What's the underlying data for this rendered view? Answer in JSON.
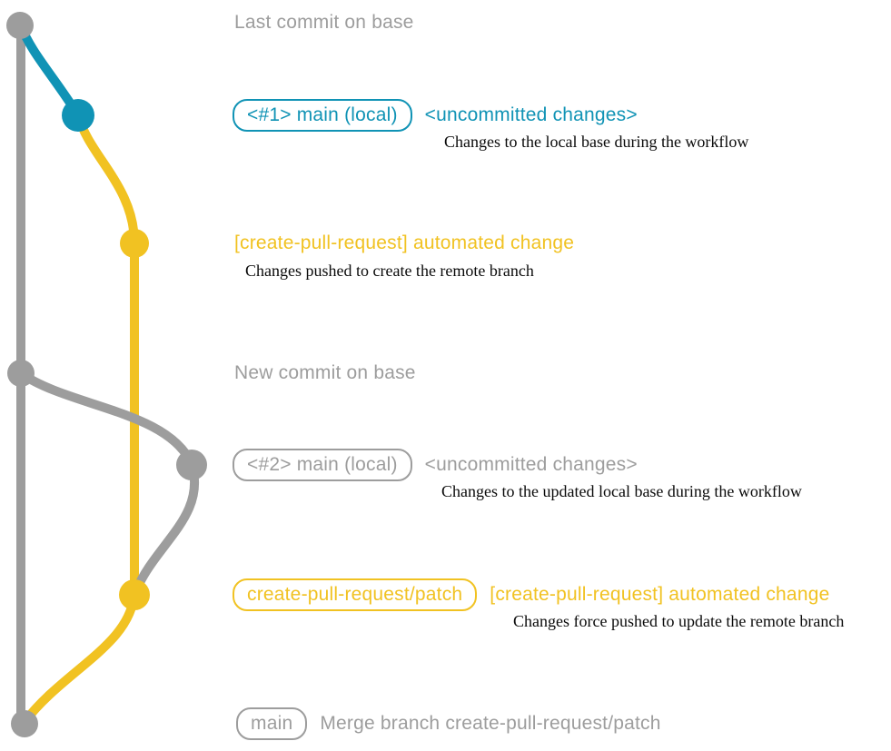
{
  "colors": {
    "gray": "#9d9d9d",
    "blue": "#1093b5",
    "yellow": "#f1c222",
    "annotation": "#0a0a0a",
    "background": "#ffffff"
  },
  "graph": {
    "type": "git-branch-diagram",
    "branches": [
      {
        "name": "base",
        "color_key": "gray"
      },
      {
        "name": "main (local)",
        "color_key": "blue"
      },
      {
        "name": "create-pull-request/patch",
        "color_key": "yellow"
      }
    ]
  },
  "rows": [
    {
      "kind": "commit",
      "branch_color": "gray",
      "message": "Last commit on base"
    },
    {
      "kind": "commit",
      "branch_color": "blue",
      "badge": "<#1> main (local)",
      "message": "<uncommitted changes>",
      "annotation": "Changes to the local base during the workflow"
    },
    {
      "kind": "commit",
      "branch_color": "yellow",
      "message": "[create-pull-request] automated change",
      "annotation": "Changes pushed to create the remote branch"
    },
    {
      "kind": "commit",
      "branch_color": "gray",
      "message": "New commit on base"
    },
    {
      "kind": "commit",
      "branch_color": "gray",
      "badge": "<#2> main (local)",
      "message": "<uncommitted changes>",
      "annotation": "Changes to the updated local base during the workflow"
    },
    {
      "kind": "commit",
      "branch_color": "yellow",
      "badge": "create-pull-request/patch",
      "message": "[create-pull-request] automated change",
      "annotation": "Changes force pushed to update the remote branch"
    },
    {
      "kind": "merge-commit",
      "branch_color": "gray",
      "badge": "main",
      "message": "Merge branch create-pull-request/patch"
    }
  ]
}
